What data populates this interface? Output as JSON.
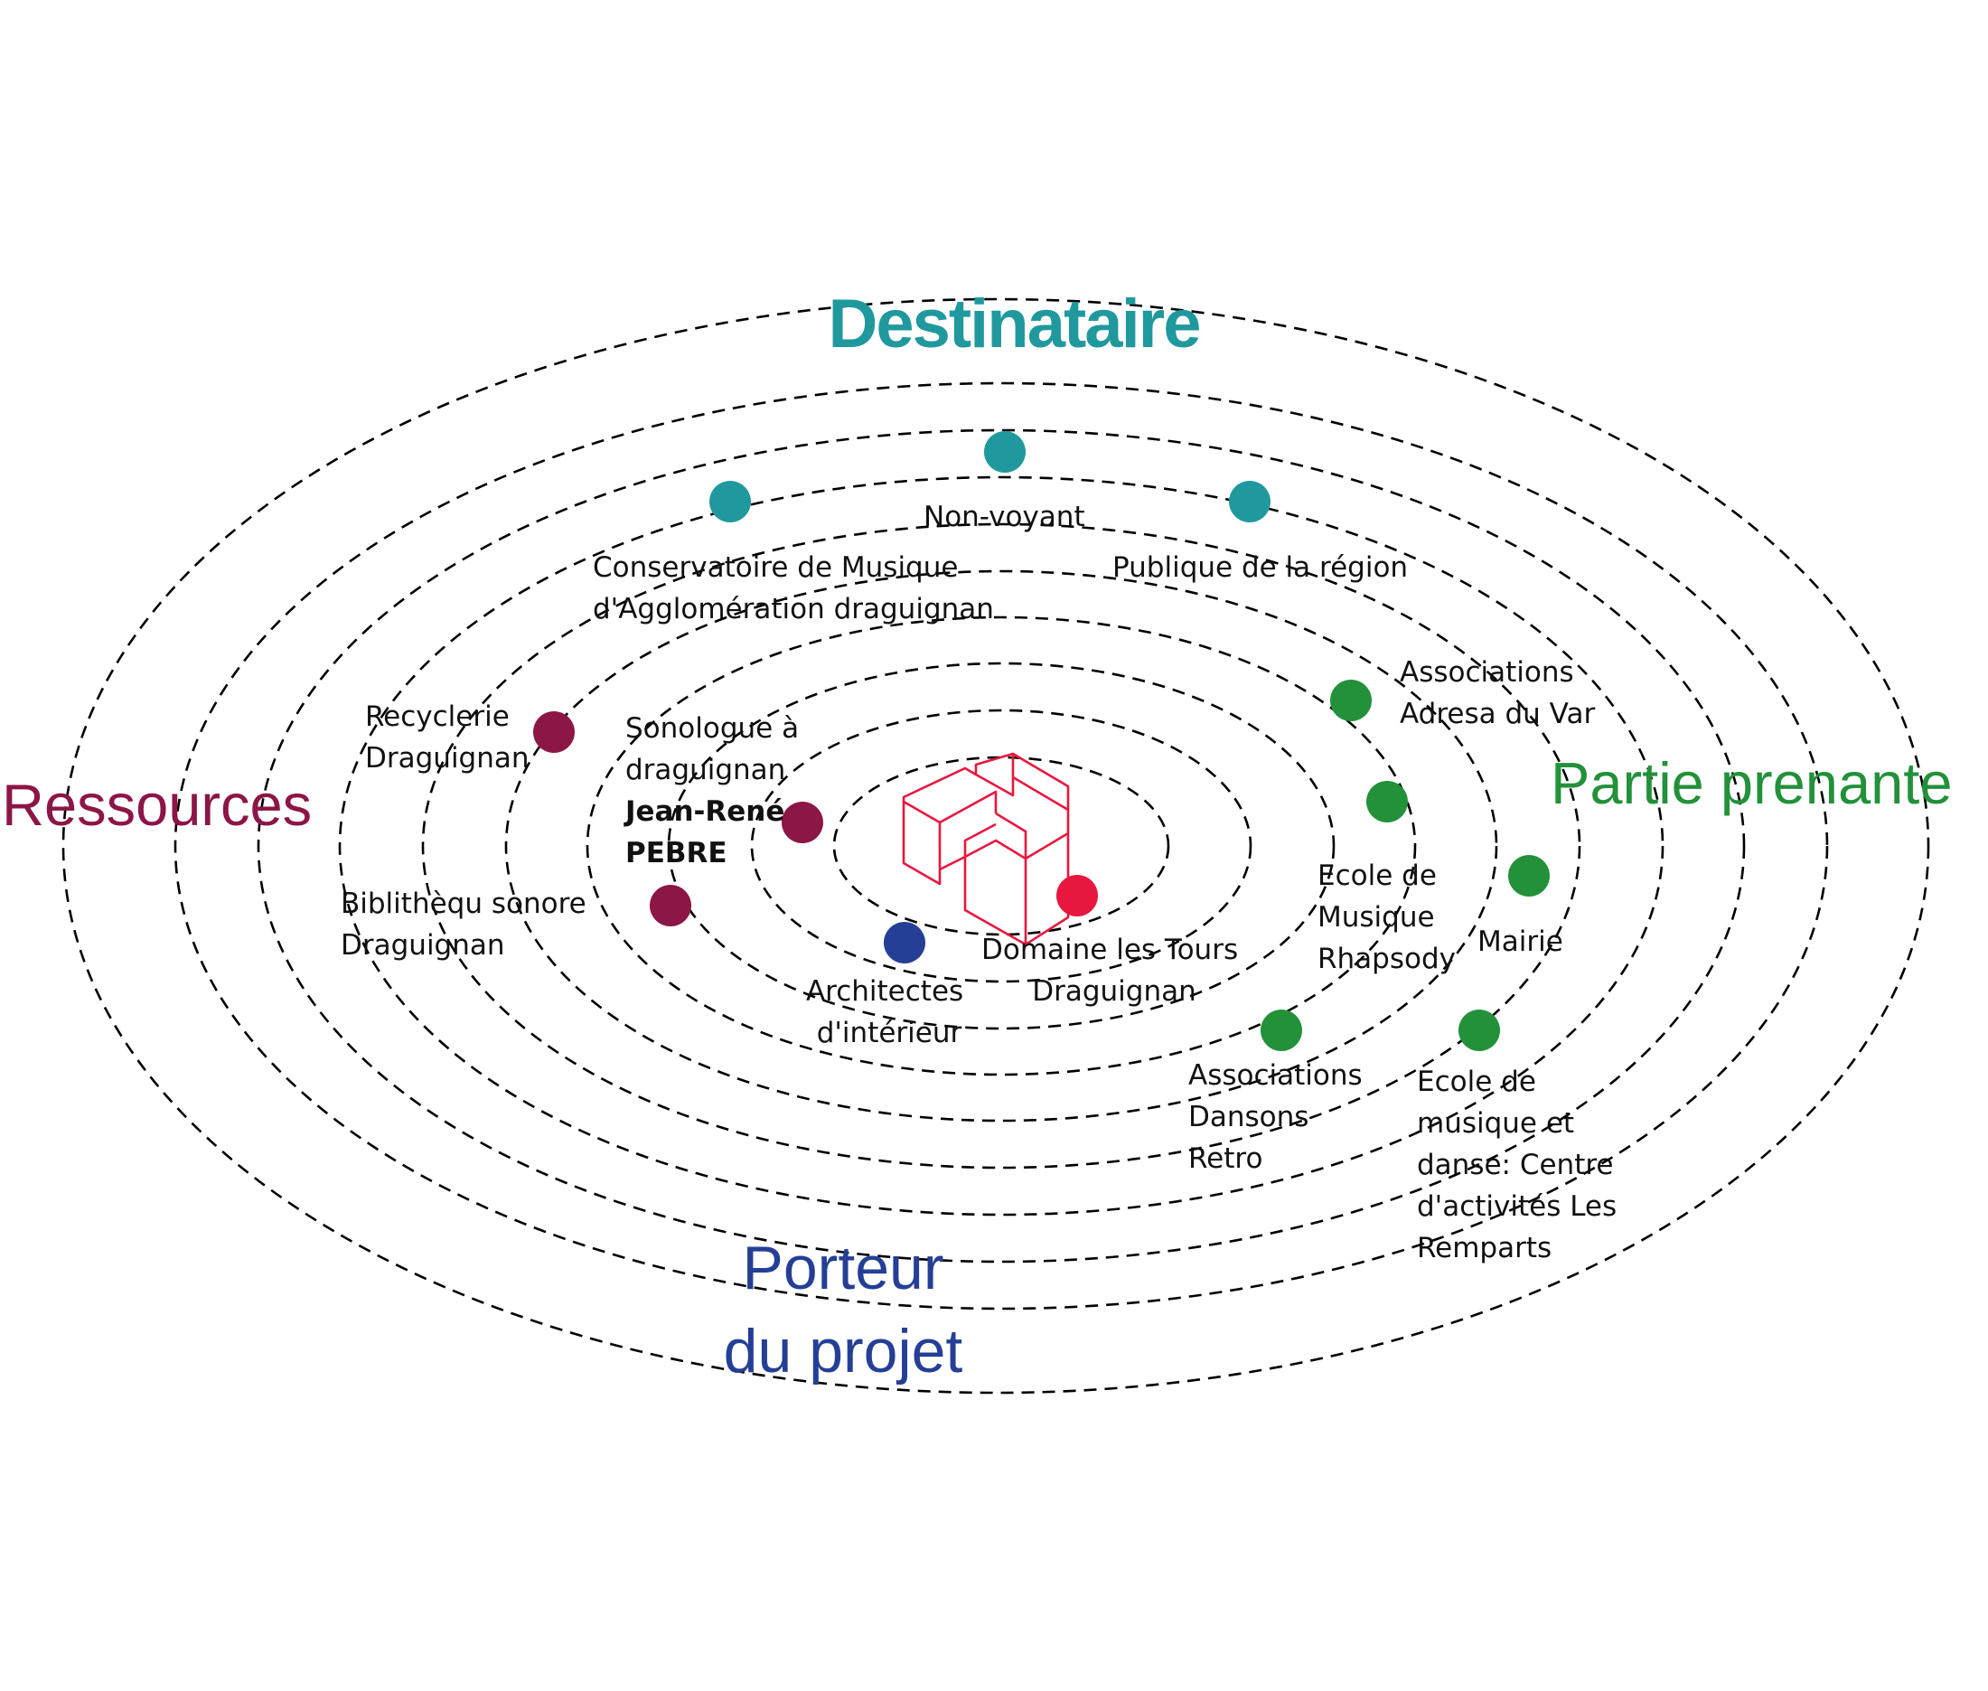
{
  "colors": {
    "destinataire": "#20999e",
    "ressources": "#8c1646",
    "partie_prenante": "#22913a",
    "porteur": "#253f96",
    "accent": "#e8173f"
  },
  "categories": {
    "destinataire": "Destinataire",
    "ressources": "Ressources",
    "partie_prenante": "Partie prenante",
    "porteur_line1": "Porteur",
    "porteur_line2": "du projet"
  },
  "center_icon": "house-logo-icon",
  "nodes": [
    {
      "id": "non-voyant",
      "group": "destinataire",
      "lines": [
        "Non-voyant"
      ]
    },
    {
      "id": "conservatoire",
      "group": "destinataire",
      "lines": [
        "Conservatoire de Musique",
        "d'Agglomération draguignan"
      ]
    },
    {
      "id": "publique",
      "group": "destinataire",
      "lines": [
        "Publique de la région"
      ]
    },
    {
      "id": "recyclerie",
      "group": "ressources",
      "lines": [
        "Recyclerie",
        "Draguignan"
      ]
    },
    {
      "id": "sonologue",
      "group": "ressources",
      "lines": [
        "Sonologue à",
        "draguignan"
      ],
      "bold_lines": [
        "Jean-René",
        "PEBRE"
      ]
    },
    {
      "id": "bibliotheque",
      "group": "ressources",
      "lines": [
        "Biblithèqu sonore",
        "Draguignan"
      ]
    },
    {
      "id": "architectes",
      "group": "porteur",
      "lines": [
        "Architectes",
        "d'intérieur"
      ]
    },
    {
      "id": "domaine",
      "group": "accent",
      "lines": [
        "Domaine les Tours",
        "Draguignan"
      ]
    },
    {
      "id": "adresa",
      "group": "partie_prenante",
      "lines": [
        "Associations",
        "Adresa du Var"
      ]
    },
    {
      "id": "rhapsody",
      "group": "partie_prenante",
      "lines": [
        "Ecole de",
        "Musique",
        "Rhapsody"
      ]
    },
    {
      "id": "mairie",
      "group": "partie_prenante",
      "lines": [
        "Mairie"
      ]
    },
    {
      "id": "dansons",
      "group": "partie_prenante",
      "lines": [
        "Associations",
        "Dansons",
        "Retro"
      ]
    },
    {
      "id": "remparts",
      "group": "partie_prenante",
      "lines": [
        "Ecole de",
        "musique et",
        "danse: Centre",
        "d'activités Les",
        "Remparts"
      ]
    }
  ]
}
